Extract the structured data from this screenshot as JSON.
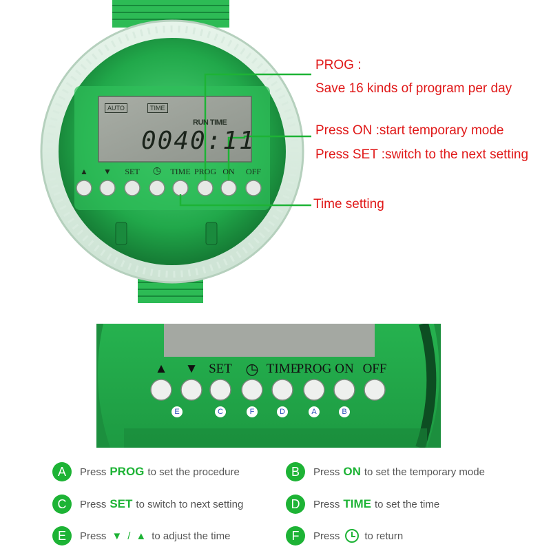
{
  "device_top": {
    "lcd": {
      "auto_tag": "AUTO",
      "time_tag": "TIME",
      "run_time_label": "RUN TIME",
      "digits": "0040:11"
    },
    "buttons": [
      "▲",
      "▼",
      "SET",
      "◷",
      "TIME",
      "PROG",
      "ON",
      "OFF"
    ]
  },
  "callouts": {
    "prog_title": "PROG :",
    "prog_desc": "Save 16 kinds of program per day",
    "on_desc": "Press ON :start temporary mode",
    "set_desc": "Press SET :switch to the next setting",
    "time_desc": "Time setting"
  },
  "device_bottom": {
    "buttons": [
      "▲",
      "▼",
      "SET",
      "◷",
      "TIME",
      "PROG",
      "ON",
      "OFF"
    ],
    "letters": [
      "E",
      "",
      "C",
      "F",
      "D",
      "A",
      "B",
      ""
    ]
  },
  "legend": {
    "a": {
      "badge": "A",
      "pre": "Press",
      "key": "PROG",
      "post": "to set the procedure"
    },
    "b": {
      "badge": "B",
      "pre": "Press",
      "key": "ON",
      "post": "to set the temporary mode"
    },
    "c": {
      "badge": "C",
      "pre": "Press",
      "key": "SET",
      "post": "to switch to next setting"
    },
    "d": {
      "badge": "D",
      "pre": "Press",
      "key": "TIME",
      "post": "to set the time"
    },
    "e": {
      "badge": "E",
      "pre": "Press",
      "down": "▼",
      "sep": "/",
      "up": "▲",
      "post": "to adjust the time"
    },
    "f": {
      "badge": "F",
      "pre": "Press",
      "post": "to return"
    }
  },
  "colors": {
    "green": "#1db335",
    "device_green": "#2fbf5a",
    "callout_red": "#e01818",
    "letter_blue": "#2a50b8"
  }
}
